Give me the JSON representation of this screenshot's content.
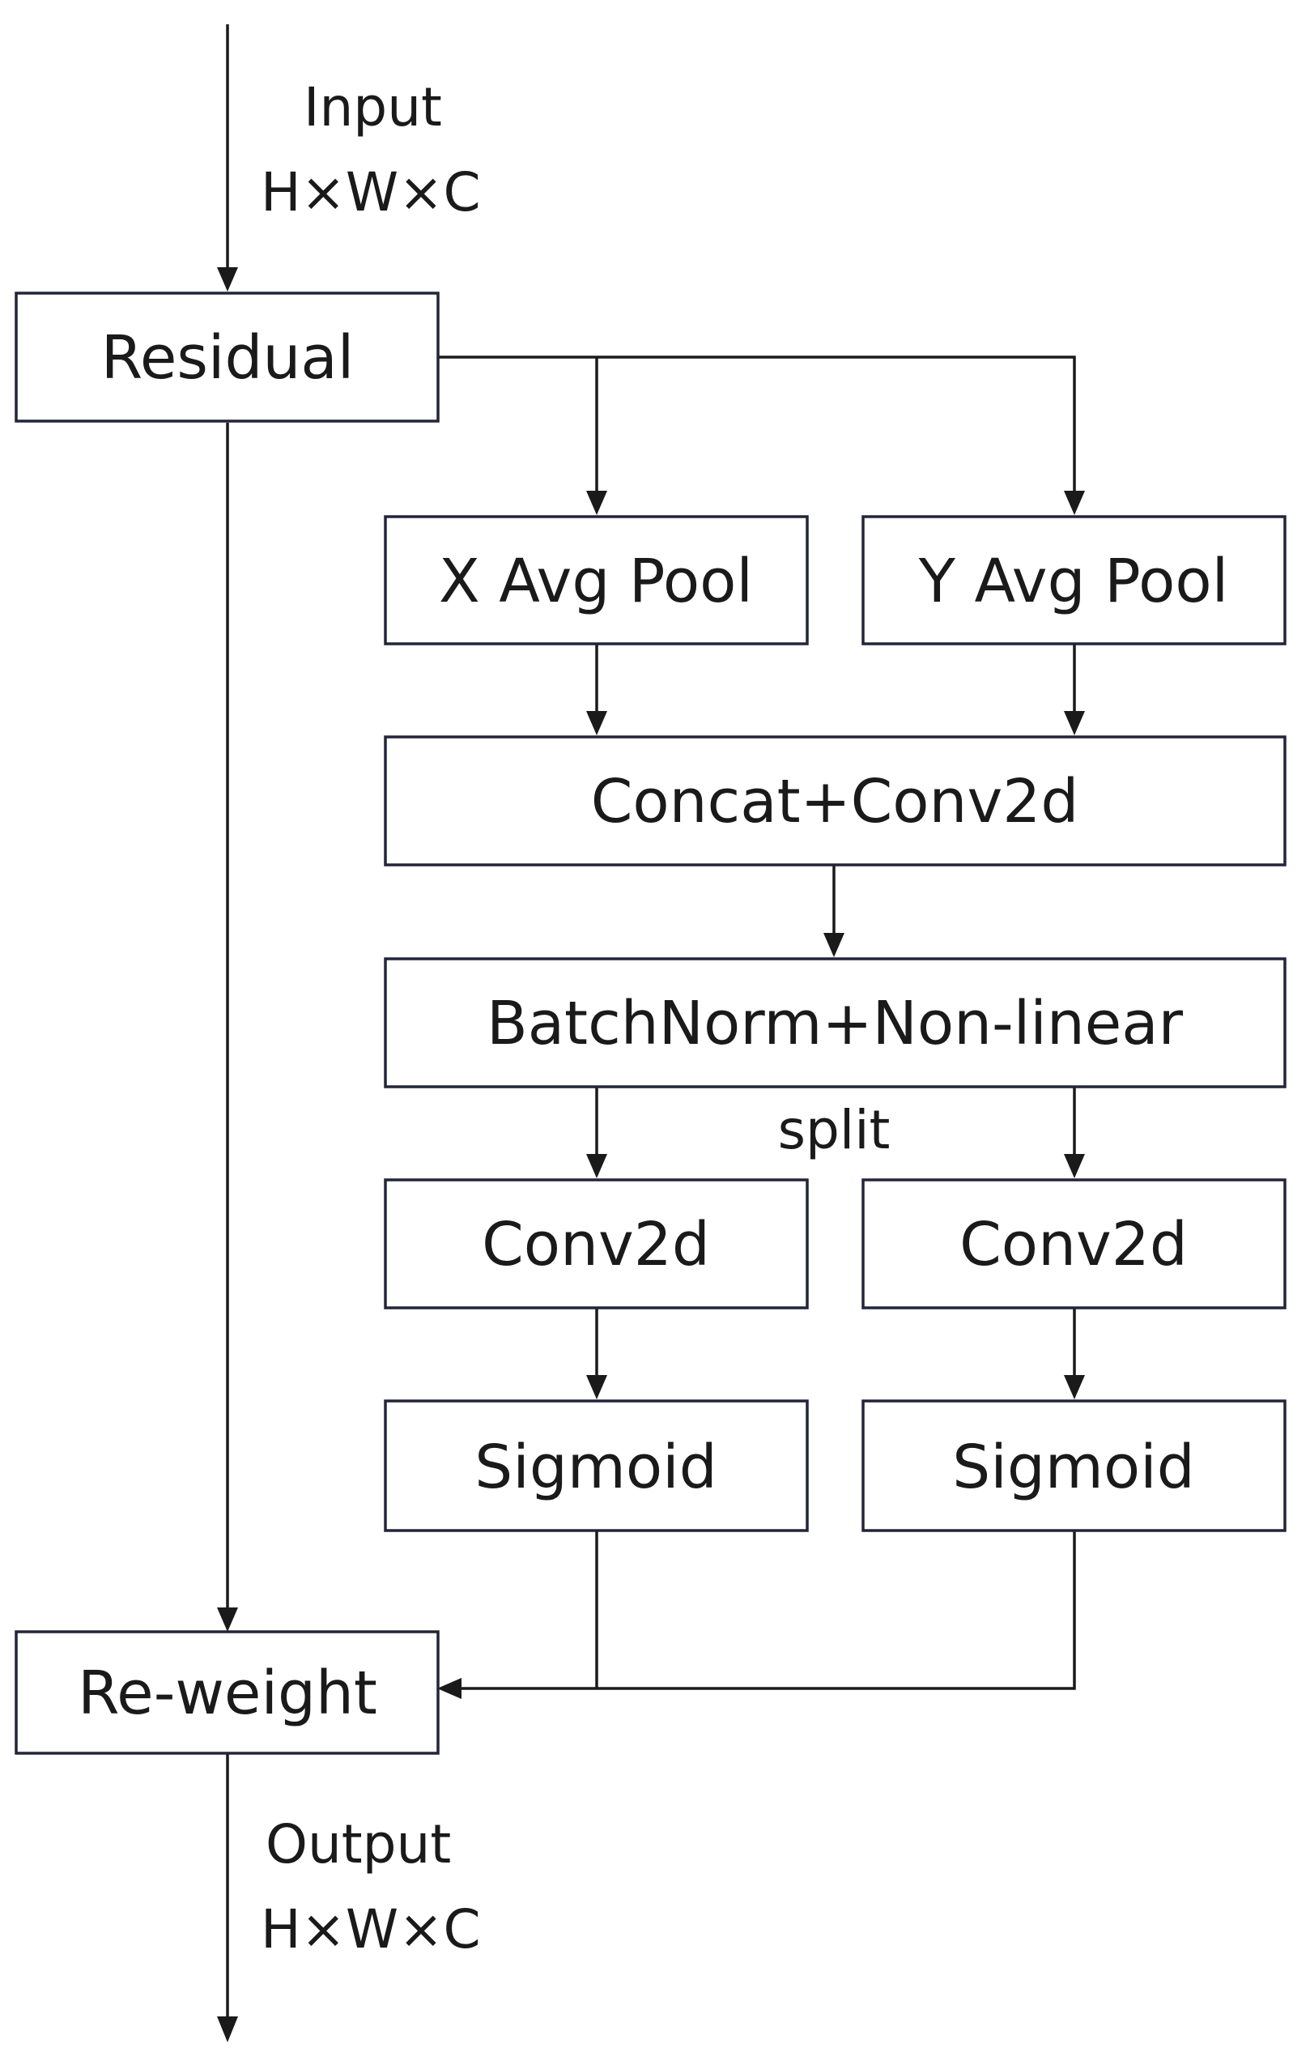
{
  "input": {
    "label": "Input",
    "shape": "H×W×C"
  },
  "output": {
    "label": "Output",
    "shape": "H×W×C"
  },
  "nodes": {
    "residual": "Residual",
    "x_avg_pool": "X Avg Pool",
    "y_avg_pool": "Y Avg Pool",
    "concat_conv": "Concat+Conv2d",
    "batchnorm": "BatchNorm+Non-linear",
    "conv_left": "Conv2d",
    "conv_right": "Conv2d",
    "sigmoid_left": "Sigmoid",
    "sigmoid_right": "Sigmoid",
    "reweight": "Re-weight"
  },
  "split_label": "split",
  "colors": {
    "box_border": "#22253a",
    "line": "#1a1a1a",
    "text": "#1a1a1a",
    "background": "#ffffff"
  }
}
